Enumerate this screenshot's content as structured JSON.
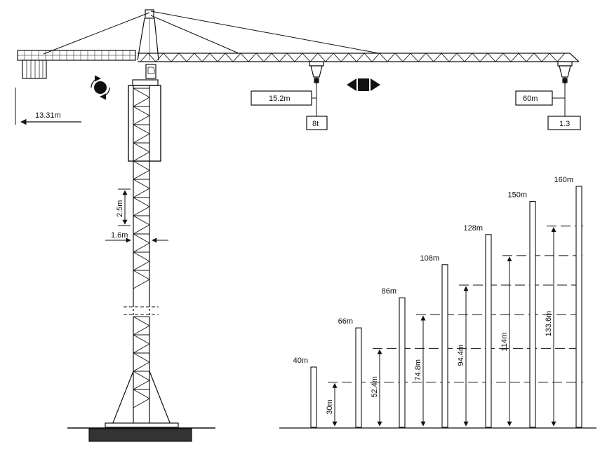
{
  "crane": {
    "counter_jib_length": "13.31m",
    "min_radius": "15.2m",
    "max_load": "8t",
    "max_radius": "60m",
    "tip_load": "1.3",
    "section_height": "2.5m",
    "mast_width": "1.6m"
  },
  "towers": [
    {
      "top_label": "40m",
      "free_height": "30m"
    },
    {
      "top_label": "66m",
      "free_height": "52.4m"
    },
    {
      "top_label": "86m",
      "free_height": "74.8m"
    },
    {
      "top_label": "108m",
      "free_height": "94.4m"
    },
    {
      "top_label": "128m",
      "free_height": "114m"
    },
    {
      "top_label": "150m",
      "free_height": "133.6m"
    },
    {
      "top_label": "160m",
      "free_height": ""
    }
  ]
}
